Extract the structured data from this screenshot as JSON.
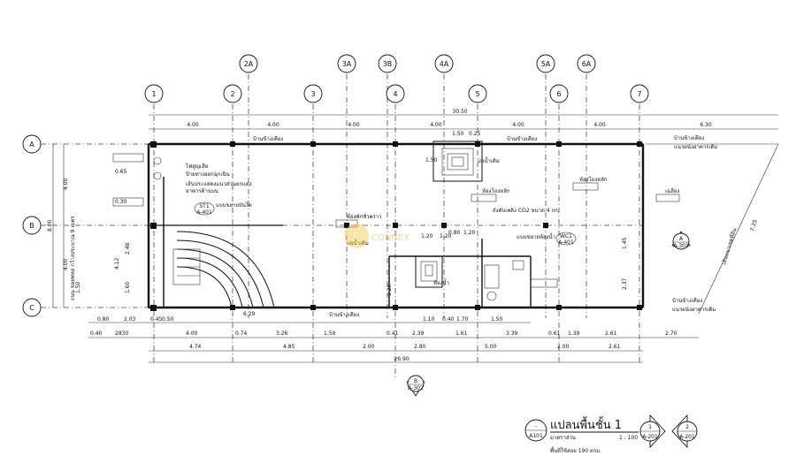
{
  "grid": {
    "columns_top": [
      "2A",
      "3A",
      "3B",
      "4A",
      "5A",
      "6A"
    ],
    "columns_main": [
      "1",
      "2",
      "3",
      "4",
      "5",
      "6",
      "7"
    ],
    "rows": [
      "A",
      "B",
      "C"
    ]
  },
  "dimensions": {
    "overall_top": "30.50",
    "top_chain": [
      "4.00",
      "4.00",
      "4.00",
      "4.00",
      "4.00",
      "4.00",
      "6.30"
    ],
    "bottom_chain1": [
      "0.80",
      "2.03",
      "0.45",
      "0.50",
      "6.29",
      "1.10",
      "0.40",
      "1.70",
      "1.50"
    ],
    "bottom_chain2": [
      "0.40",
      "2830",
      "4.00",
      "0.74",
      "3.26",
      "1.59",
      "0.41",
      "2.39",
      "1.61",
      "3.39",
      "0.61",
      "1.39",
      "2.61",
      "2.70"
    ],
    "bottom_chain3": [
      "4.74",
      "4.85",
      "2.00",
      "2.80",
      "5.00",
      "2.00",
      "2.61"
    ],
    "overall_bottom": "26.90",
    "left_total": "8.00",
    "left_parts": [
      "4.00",
      "4.00"
    ],
    "left_inner": [
      "4.12",
      "1.50",
      "1.60",
      "2.48"
    ],
    "misc": [
      "1.50",
      "0.25",
      "1.50",
      "1.20",
      "1.20",
      "0.80",
      "1.20",
      "1.20",
      "1.45",
      "2.37",
      "7.25",
      "0.65",
      "0.30"
    ]
  },
  "labels": {
    "road": "ถนน ซอยพหล กว้างประมาณ 9 เมตร",
    "neighbor_top_left": "บ้านข้างเคียง",
    "neighbor_top_right": "บ้านข้างเคียง",
    "neighbor_bottom": "บ้านข้างเคียง",
    "neighbor_right_top": "บ้านข้างเคียง",
    "neighbor_right_top2": "แนวผนังอาคารเดิม",
    "neighbor_right_bottom": "บ้านข้างเคียง",
    "neighbor_right_bottom2": "แนวผนังอาคารเดิม",
    "sign1": "ไฟสูญเสีย",
    "sign2": "ป้ายทางออกฉุกเฉิน",
    "sign3": "เส้นประแสดงแนวส่วนยกแต่ง",
    "sign4": "อาคารด้านบน",
    "stair_tag": "ST1",
    "stair_ref": "A-401",
    "stair_note": "แบบขยายบันได",
    "wc_tag": "WC1",
    "wc_ref": "A-401",
    "wc_note": "แบบขยายห้องน้ำ",
    "co2_note": "ถังดับเพลิง CO2 ขนาด 4 กก.",
    "well1": "บ่อน้ำเดิม",
    "well2": "บ่อน้ำเดิม",
    "room_public": "ห้องพักชั่วคราว",
    "room_toilet": "ห้องน้ำ",
    "room_main": "ห้องโถงหลัก",
    "room_store": "เฉลียง",
    "right_line": "เส้นแนวเขตที่ดิน",
    "watermark": "CONNEX"
  },
  "section_markers": [
    {
      "letter": "A",
      "ref": "A-301"
    },
    {
      "letter": "B",
      "ref": "A-302"
    }
  ],
  "title_block": {
    "marker": "-",
    "marker_ref": "A101",
    "title": "แปลนพื้นชั้น 1",
    "subtitle": "มาตราส่วน",
    "scale": "1 : 100",
    "area": "พื้นที่ใช้สอย 190 ตรม.",
    "elev1_num": "1",
    "elev1_ref": "A-201",
    "elev2_num": "2",
    "elev2_ref": "A-201"
  }
}
